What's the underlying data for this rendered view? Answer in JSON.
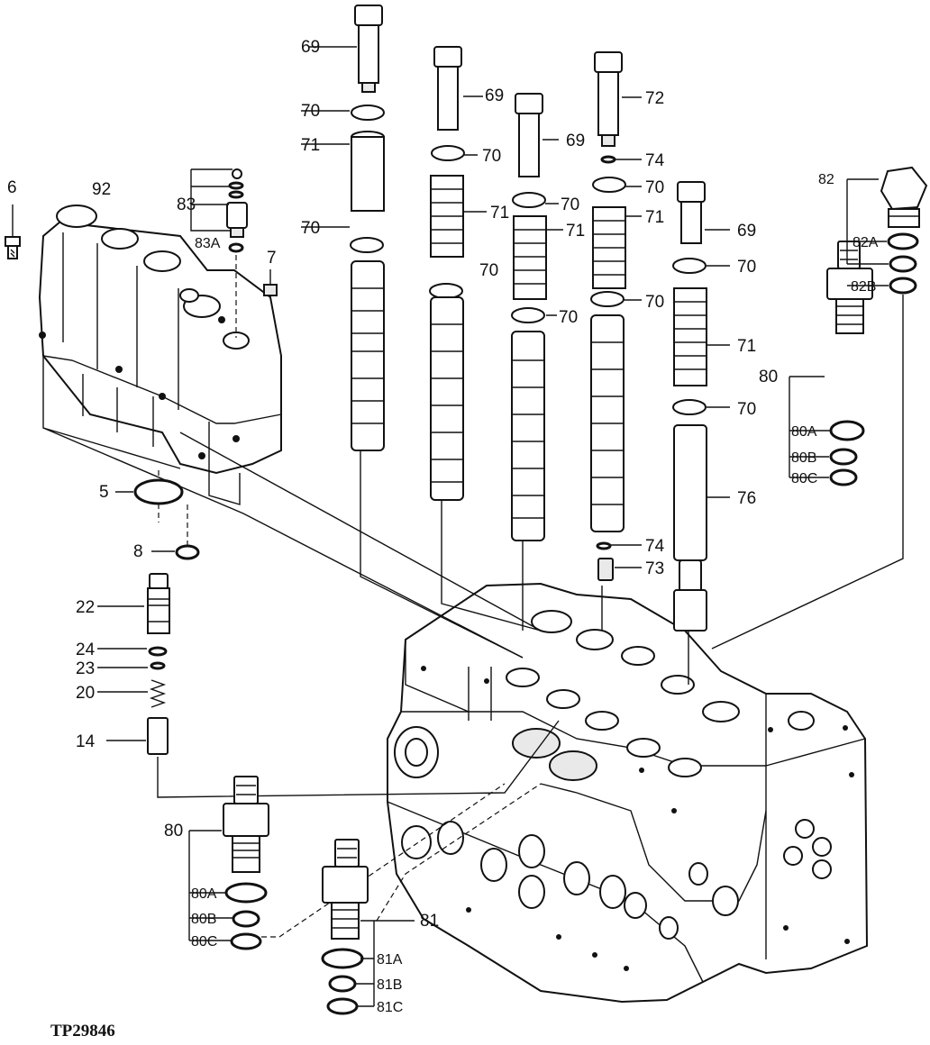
{
  "diagram": {
    "reference_code": "TP29846",
    "callouts": {
      "c69a": "69",
      "c69b": "69",
      "c69c": "69",
      "c69d": "69",
      "c70a": "70",
      "c70b": "70",
      "c70c": "70",
      "c70d": "70",
      "c70e": "70",
      "c70f": "70",
      "c70g": "70",
      "c70h": "70",
      "c70i": "70",
      "c70j": "70",
      "c71a": "71",
      "c71b": "71",
      "c71c": "71",
      "c71d": "71",
      "c71e": "71",
      "c72": "72",
      "c73": "73",
      "c74a": "74",
      "c74b": "74",
      "c76": "76",
      "c82": "82",
      "c82A": "82A",
      "c82B": "82B",
      "c80r": "80",
      "c80Ar": "80A",
      "c80Br": "80B",
      "c80Cr": "80C",
      "c80l": "80",
      "c80Al": "80A",
      "c80Bl": "80B",
      "c80Cl": "80C",
      "c81": "81",
      "c81A": "81A",
      "c81B": "81B",
      "c81C": "81C",
      "c83": "83",
      "c83A": "83A",
      "c6": "6",
      "c92": "92",
      "c7": "7",
      "c5": "5",
      "c8": "8",
      "c22": "22",
      "c24": "24",
      "c23": "23",
      "c20": "20",
      "c14": "14"
    }
  }
}
